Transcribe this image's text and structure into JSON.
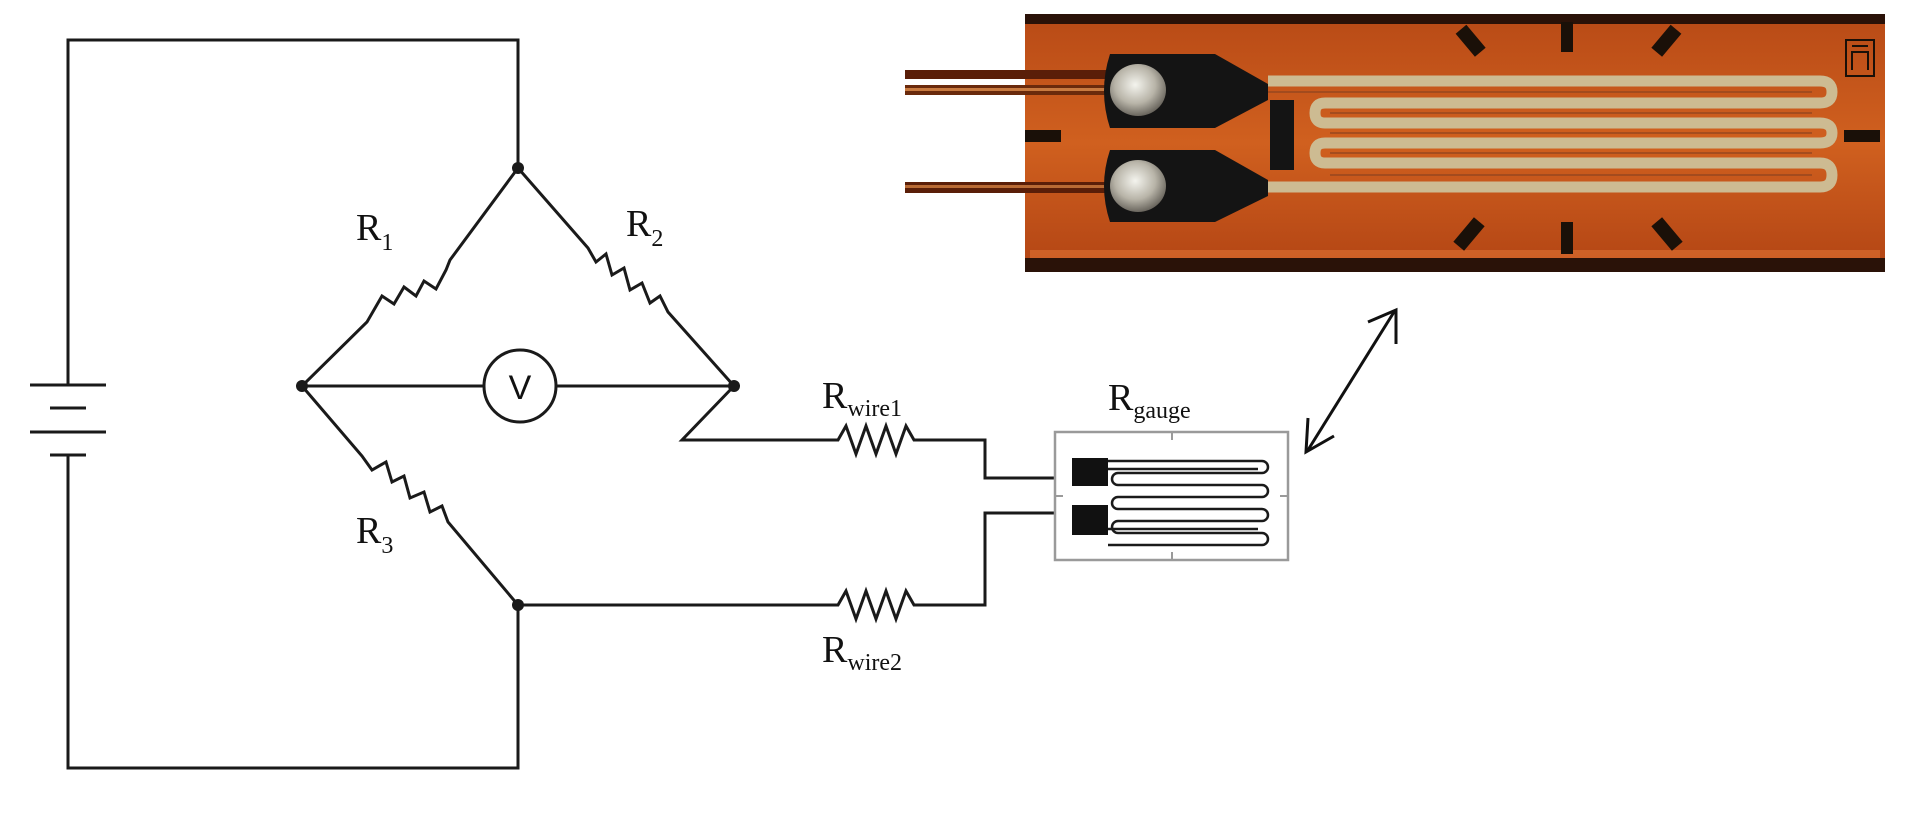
{
  "labels": {
    "r1": {
      "main": "R",
      "sub": "1"
    },
    "r2": {
      "main": "R",
      "sub": "2"
    },
    "r3": {
      "main": "R",
      "sub": "3"
    },
    "rwire1": {
      "main": "R",
      "sub": "wire1"
    },
    "rwire2": {
      "main": "R",
      "sub": "wire2"
    },
    "rgauge": {
      "main": "R",
      "sub": "gauge"
    },
    "voltmeter": "V"
  },
  "photo": {
    "substrate_color": "#cc5a1e",
    "foil_color": "#c9b48c",
    "mark": "Ā"
  }
}
